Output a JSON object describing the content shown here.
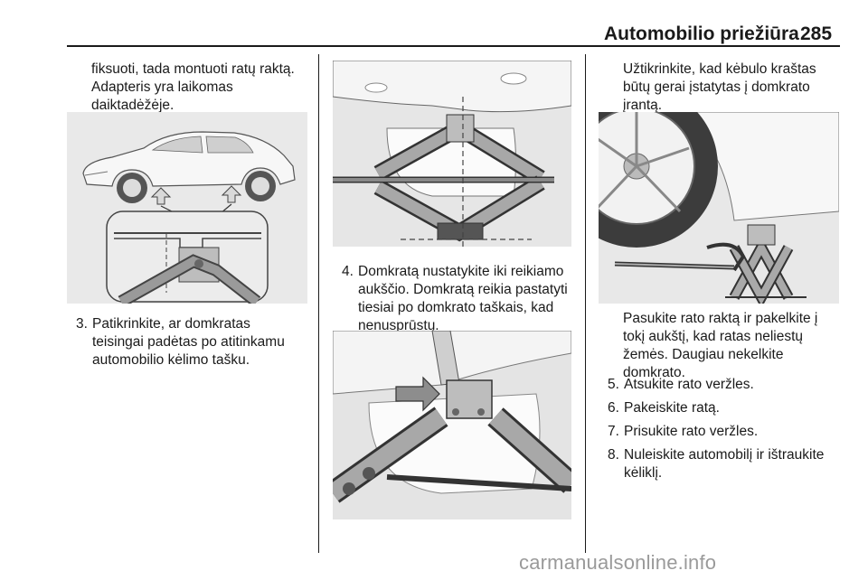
{
  "header": {
    "title": "Automobilio priežiūra",
    "page_number": "285"
  },
  "col1": {
    "intro": [
      "fiksuoti, tada montuoti ratų raktą.",
      "Adapteris yra laikomas",
      "daiktadėžėje."
    ],
    "step3": {
      "num": "3.",
      "lines": [
        "Patikrinkite, ar domkratas",
        "teisingai padėtas po atitinkamu",
        "automobilio kėlimo tašku."
      ]
    }
  },
  "col2": {
    "step4": {
      "num": "4.",
      "lines": [
        "Domkratą nustatykite iki reikiamo",
        "aukščio. Domkratą reikia pastatyti",
        "tiesiai po domkrato taškais, kad",
        "nenusprūstų."
      ]
    }
  },
  "col3": {
    "intro": [
      "Užtikrinkite, kad kėbulo kraštas",
      "būtų gerai įstatytas į domkrato",
      "įrantą."
    ],
    "note": [
      "Pasukite rato raktą ir pakelkite į",
      "tokį aukštį, kad ratas neliestų",
      "žemės. Daugiau nekelkite",
      "domkrato."
    ],
    "steps": [
      {
        "num": "5.",
        "text": "Atsukite rato veržles."
      },
      {
        "num": "6.",
        "text": "Pakeiskite ratą."
      },
      {
        "num": "7.",
        "text": "Prisukite rato veržles."
      },
      {
        "num": "8.",
        "lines": [
          "Nuleiskite automobilį ir ištraukite",
          "kėliklį."
        ]
      }
    ]
  },
  "footer": {
    "watermark": "carmanualsonline.info"
  }
}
